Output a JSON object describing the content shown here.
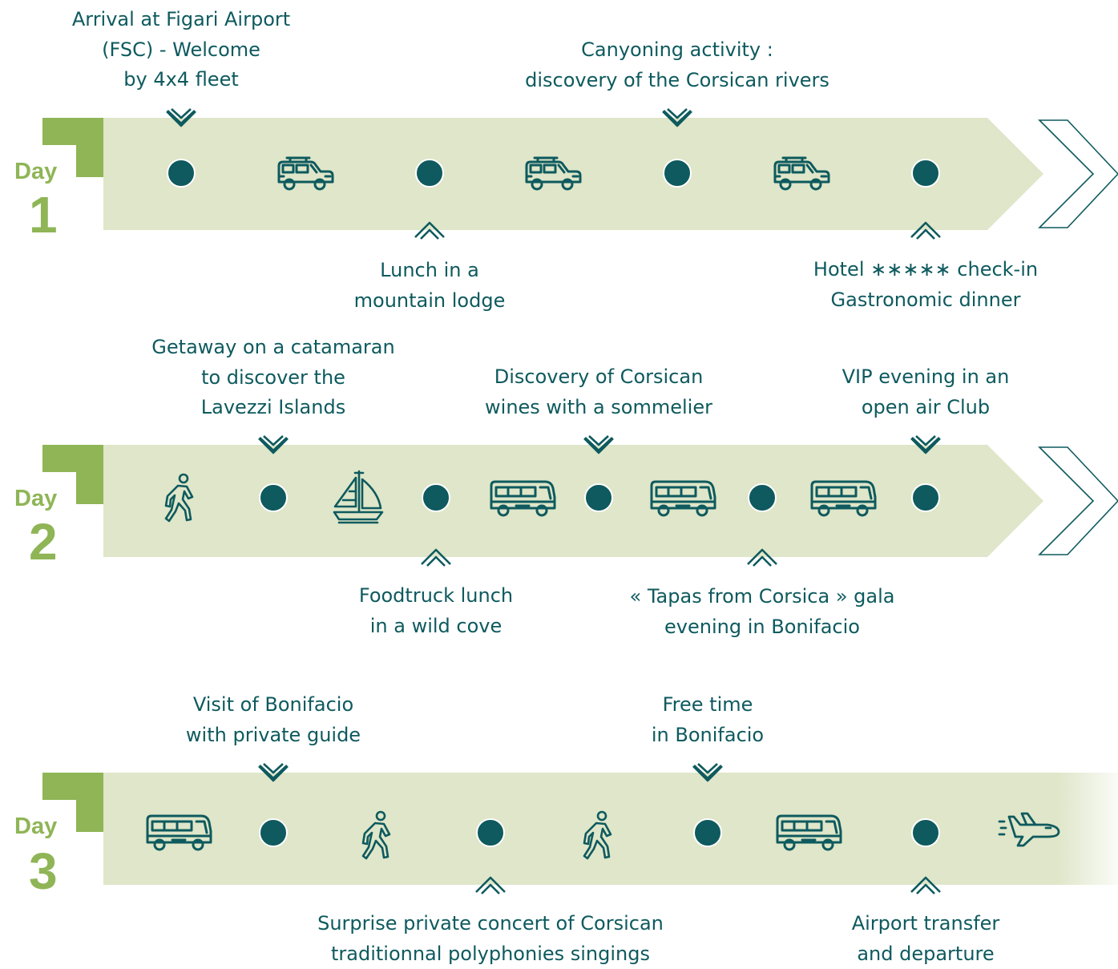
{
  "colors": {
    "accent": "#8fb556",
    "band": "#dfe6c9",
    "primary": "#0e5a5e"
  },
  "days": [
    {
      "label": "Day",
      "number": "1",
      "top_notes": [
        {
          "lines": [
            "Arrival at Figari Airport",
            "(FSC) - Welcome",
            "by 4x4 fleet"
          ]
        },
        {
          "lines": [
            "Canyoning activity :",
            "discovery of the Corsican rivers"
          ]
        }
      ],
      "bottom_notes": [
        {
          "lines": [
            "Lunch in a",
            "mountain lodge"
          ]
        },
        {
          "lines": [
            "Hotel ∗∗∗∗∗ check-in",
            "Gastronomic dinner"
          ]
        }
      ],
      "timeline": [
        "stop",
        "4x4-icon",
        "stop",
        "4x4-icon",
        "stop",
        "4x4-icon",
        "stop"
      ]
    },
    {
      "label": "Day",
      "number": "2",
      "top_notes": [
        {
          "lines": [
            "Getaway on a catamaran",
            "to discover the",
            "Lavezzi Islands"
          ]
        },
        {
          "lines": [
            "Discovery of Corsican",
            "wines with a sommelier"
          ]
        },
        {
          "lines": [
            "VIP evening in an",
            "open air Club"
          ]
        }
      ],
      "bottom_notes": [
        {
          "lines": [
            "Foodtruck lunch",
            "in a wild cove"
          ]
        },
        {
          "lines": [
            "« Tapas from Corsica » gala",
            "evening in Bonifacio"
          ]
        }
      ],
      "timeline": [
        "walk-icon",
        "stop",
        "sailboat-icon",
        "stop",
        "bus-icon",
        "stop",
        "bus-icon",
        "stop",
        "bus-icon",
        "stop"
      ]
    },
    {
      "label": "Day",
      "number": "3",
      "top_notes": [
        {
          "lines": [
            "Visit of Bonifacio",
            "with private guide"
          ]
        },
        {
          "lines": [
            "Free time",
            "in Bonifacio"
          ]
        }
      ],
      "bottom_notes": [
        {
          "lines": [
            "Surprise private concert of Corsican",
            "traditionnal polyphonies singings"
          ]
        },
        {
          "lines": [
            "Airport transfer",
            "and departure"
          ]
        }
      ],
      "timeline": [
        "bus-icon",
        "stop",
        "walk-icon",
        "stop",
        "walk-icon",
        "stop",
        "bus-icon",
        "stop",
        "plane-icon"
      ]
    }
  ]
}
